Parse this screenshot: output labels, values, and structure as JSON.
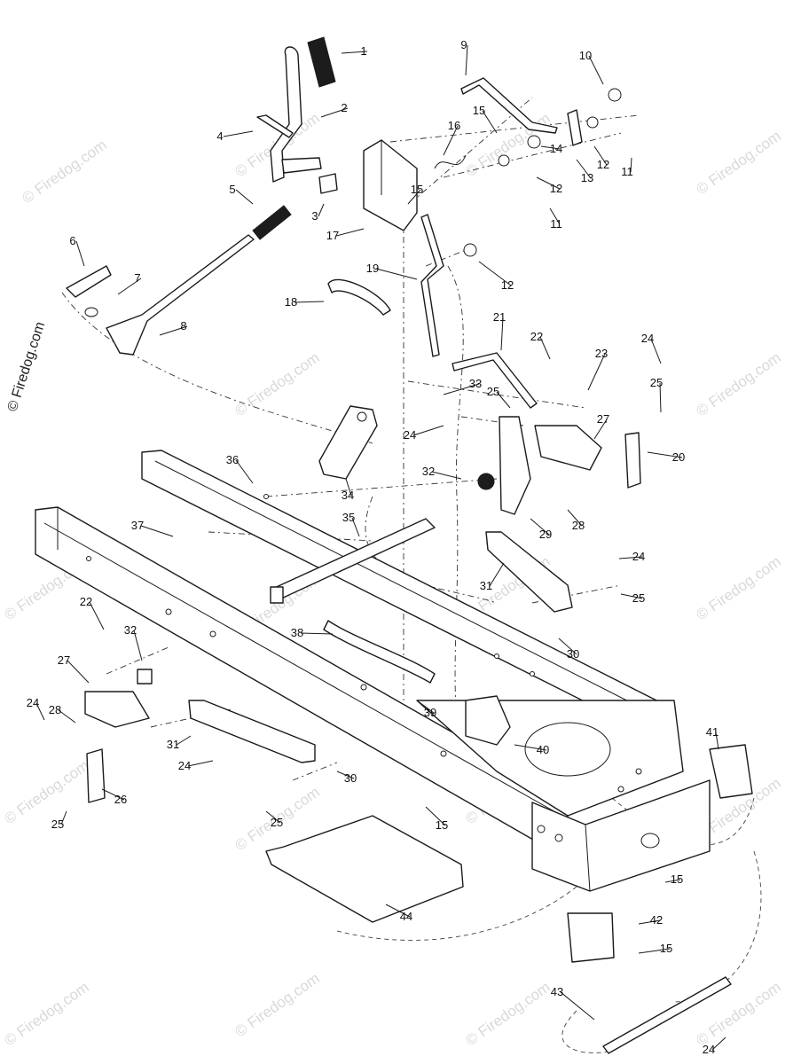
{
  "watermark": "© Firedog.com",
  "callouts": [
    {
      "id": "c1",
      "label": "1"
    },
    {
      "id": "c2",
      "label": "2"
    },
    {
      "id": "c3",
      "label": "3"
    },
    {
      "id": "c4",
      "label": "4"
    },
    {
      "id": "c5",
      "label": "5"
    },
    {
      "id": "c6",
      "label": "6"
    },
    {
      "id": "c7",
      "label": "7"
    },
    {
      "id": "c8",
      "label": "8"
    },
    {
      "id": "c9",
      "label": "9"
    },
    {
      "id": "c10",
      "label": "10"
    },
    {
      "id": "c11a",
      "label": "11"
    },
    {
      "id": "c11b",
      "label": "11"
    },
    {
      "id": "c12a",
      "label": "12"
    },
    {
      "id": "c12b",
      "label": "12"
    },
    {
      "id": "c12c",
      "label": "12"
    },
    {
      "id": "c13",
      "label": "13"
    },
    {
      "id": "c14",
      "label": "14"
    },
    {
      "id": "c15a",
      "label": "15"
    },
    {
      "id": "c15b",
      "label": "15"
    },
    {
      "id": "c15c",
      "label": "15"
    },
    {
      "id": "c15d",
      "label": "15"
    },
    {
      "id": "c15e",
      "label": "15"
    },
    {
      "id": "c16",
      "label": "16"
    },
    {
      "id": "c17",
      "label": "17"
    },
    {
      "id": "c18",
      "label": "18"
    },
    {
      "id": "c19",
      "label": "19"
    },
    {
      "id": "c20",
      "label": "20"
    },
    {
      "id": "c21",
      "label": "21"
    },
    {
      "id": "c22a",
      "label": "22"
    },
    {
      "id": "c22b",
      "label": "22"
    },
    {
      "id": "c23",
      "label": "23"
    },
    {
      "id": "c24a",
      "label": "24"
    },
    {
      "id": "c24b",
      "label": "24"
    },
    {
      "id": "c24c",
      "label": "24"
    },
    {
      "id": "c24d",
      "label": "24"
    },
    {
      "id": "c24e",
      "label": "24"
    },
    {
      "id": "c24f",
      "label": "24"
    },
    {
      "id": "c25a",
      "label": "25"
    },
    {
      "id": "c25b",
      "label": "25"
    },
    {
      "id": "c25c",
      "label": "25"
    },
    {
      "id": "c25d",
      "label": "25"
    },
    {
      "id": "c25e",
      "label": "25"
    },
    {
      "id": "c26",
      "label": "26"
    },
    {
      "id": "c27a",
      "label": "27"
    },
    {
      "id": "c27b",
      "label": "27"
    },
    {
      "id": "c28a",
      "label": "28"
    },
    {
      "id": "c28b",
      "label": "28"
    },
    {
      "id": "c29",
      "label": "29"
    },
    {
      "id": "c30a",
      "label": "30"
    },
    {
      "id": "c30b",
      "label": "30"
    },
    {
      "id": "c31a",
      "label": "31"
    },
    {
      "id": "c31b",
      "label": "31"
    },
    {
      "id": "c32a",
      "label": "32"
    },
    {
      "id": "c32b",
      "label": "32"
    },
    {
      "id": "c33",
      "label": "33"
    },
    {
      "id": "c34",
      "label": "34"
    },
    {
      "id": "c35",
      "label": "35"
    },
    {
      "id": "c36",
      "label": "36"
    },
    {
      "id": "c37",
      "label": "37"
    },
    {
      "id": "c38",
      "label": "38"
    },
    {
      "id": "c39",
      "label": "39"
    },
    {
      "id": "c40",
      "label": "40"
    },
    {
      "id": "c41",
      "label": "41"
    },
    {
      "id": "c42",
      "label": "42"
    },
    {
      "id": "c43",
      "label": "43"
    },
    {
      "id": "c44",
      "label": "44"
    }
  ]
}
